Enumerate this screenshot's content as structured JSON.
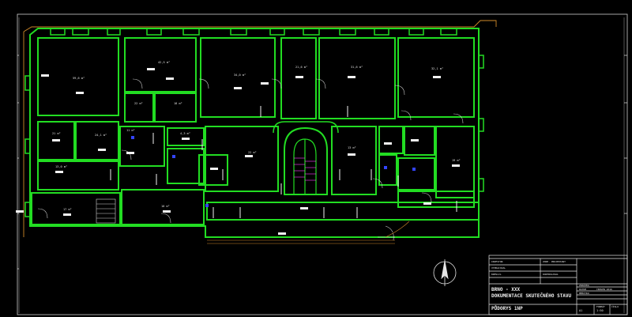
{
  "colors": {
    "wall": "#22dd22",
    "frame": "#cfcfcf",
    "facade": "#d08a2a",
    "label_box": "#f2f2f2",
    "accent_magenta": "#ff44ff",
    "accent_blue": "#3344ff",
    "text": "#e6e6e6"
  },
  "rooms": [
    {
      "area": "59,6 m²"
    },
    {
      "area": "42,5 m²"
    },
    {
      "area": "34,0 m²"
    },
    {
      "area": "21,6 m²"
    },
    {
      "area": "31,6 m²"
    },
    {
      "area": "32,1 m²"
    },
    {
      "area": "22 m²"
    },
    {
      "area": "18 m²"
    },
    {
      "area": "21 m²"
    },
    {
      "area": "24,1 m²"
    },
    {
      "area": "13,0 m²"
    },
    {
      "area": "11 m²"
    },
    {
      "area": "4,3 m²"
    },
    {
      "area": "22 m²"
    },
    {
      "area": "13 m²"
    },
    {
      "area": "19 m²"
    },
    {
      "area": "17 m²"
    },
    {
      "area": "10 m²"
    }
  ],
  "title_block": {
    "r1": "INVESTOR",
    "r2": "VYPRACOVAL",
    "r3": "ZODP. PROJEKTANT",
    "r4": "KRESLIL",
    "r5": "KONTROLOVAL",
    "r6": "ZAKÁZKA",
    "r7": "DATUM",
    "r8": "MĚŘÍTKO",
    "r9": "FORMÁT",
    "r10": "ČÍSLO",
    "place": "BRNO - XXX",
    "project": "DOKUMENTACE SKUTEČNÉHO STAVU",
    "drawing": "PŮDORYS 1NP",
    "date_value": "ČERVEN 2016",
    "scale_value": "1:50",
    "format_value": "A1"
  }
}
